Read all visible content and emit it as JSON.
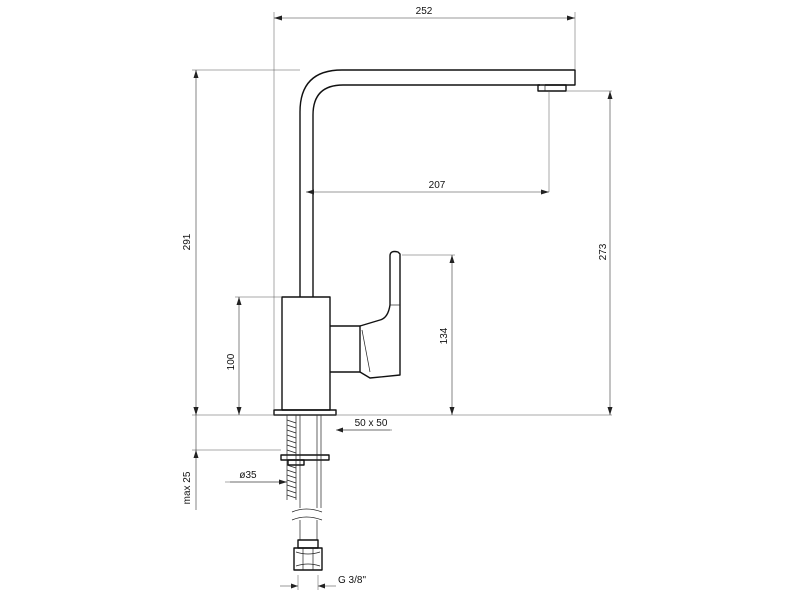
{
  "drawing": {
    "dimensions": {
      "overall_width": "252",
      "reach": "207",
      "total_height": "291",
      "spout_height": "273",
      "lever_height": "134",
      "body_height": "100",
      "base_size": "50 x 50",
      "hole_diameter": "ø35",
      "max_thickness": "max 25",
      "connection_thread": "G 3/8\""
    }
  }
}
